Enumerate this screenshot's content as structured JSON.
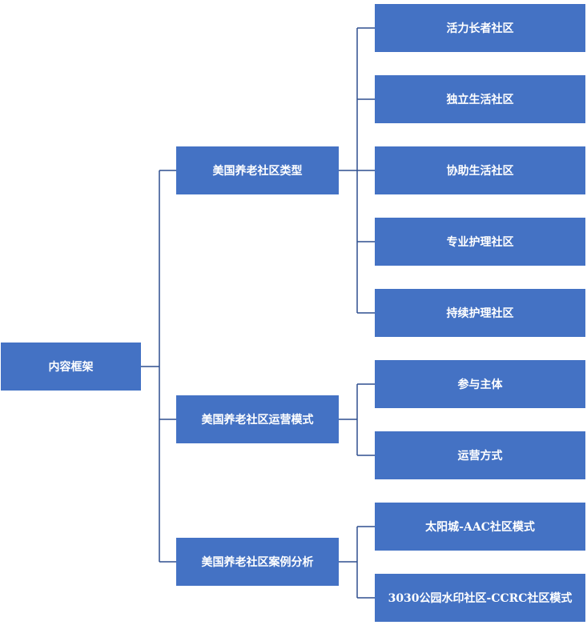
{
  "diagram": {
    "root": {
      "label": "内容框架"
    },
    "branches": [
      {
        "label": "美国养老社区类型",
        "children": [
          "活力长者社区",
          "独立生活社区",
          "协助生活社区",
          "专业护理社区",
          "持续护理社区"
        ]
      },
      {
        "label": "美国养老社区运营模式",
        "children": [
          "参与主体",
          "运营方式"
        ]
      },
      {
        "label": "美国养老社区案例分析",
        "children": [
          "太阳城-AAC社区模式",
          "3030公园水印社区-CCRC社区模式"
        ]
      }
    ],
    "colors": {
      "node_fill": "#4472c4",
      "node_text": "#ffffff",
      "connector": "#2f4f8f"
    }
  }
}
